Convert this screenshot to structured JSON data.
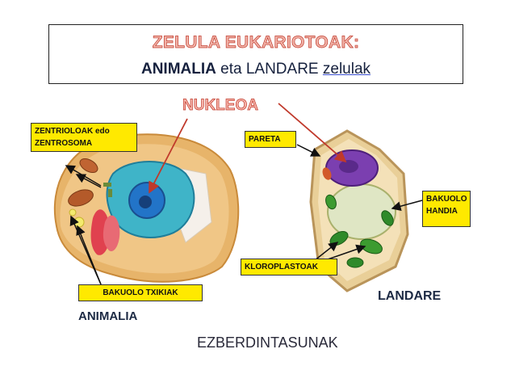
{
  "header": {
    "title_line1": "ZELULA EUKARIOTOAK:",
    "title_line2_a": "ANIMALIA",
    "title_line2_b": " eta ",
    "title_line2_c": "LANDARE",
    "title_line2_d": " zelulak"
  },
  "labels": {
    "nucleus": "NUKLEOA",
    "centrioles_line1": "ZENTRIOLOAK edo",
    "centrioles_line2": "ZENTROSOMA",
    "small_vacuoles": "BAKUOLO TXIKIAK",
    "animal": "ANIMALIA",
    "wall": "PARETA",
    "big_vacuole_line1": "BAKUOLO",
    "big_vacuole_line2": "HANDIA",
    "chloroplasts": "KLOROPLASTOAK",
    "plant": "LANDARE"
  },
  "footer": {
    "differences": "EZBERDINTASUNAK"
  },
  "colors": {
    "label_bg": "#ffe900",
    "title_red": "#c0392b",
    "arrow_red": "#c0392b",
    "dark_text": "#1d2a44"
  }
}
